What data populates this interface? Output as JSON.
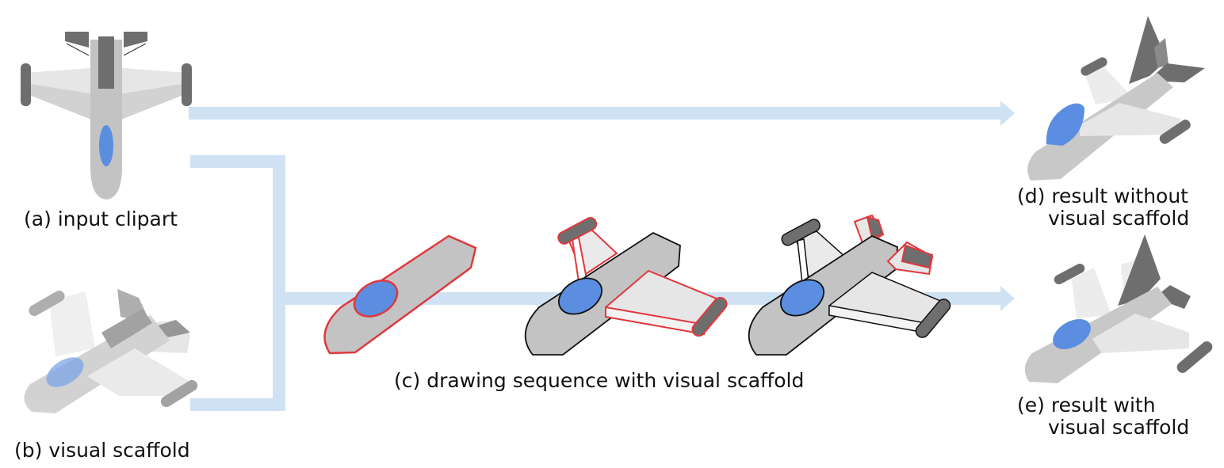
{
  "captions": {
    "a": "(a) input clipart",
    "b": "(b) visual scaffold",
    "c": "(c) drawing sequence with visual scaffold",
    "d_line1": "(d) result without",
    "d_line2": "visual scaffold",
    "e_line1": "(e) result with",
    "e_line2": "visual scaffold"
  },
  "colors": {
    "arrow": "#cfe2f3",
    "body_gray": "#c3c3c3",
    "dark_gray": "#6e6e6e",
    "light_gray": "#e9e9e9",
    "cockpit_blue": "#5b8ee0",
    "outline_red": "#e0383e",
    "outline_black": "#111111"
  }
}
